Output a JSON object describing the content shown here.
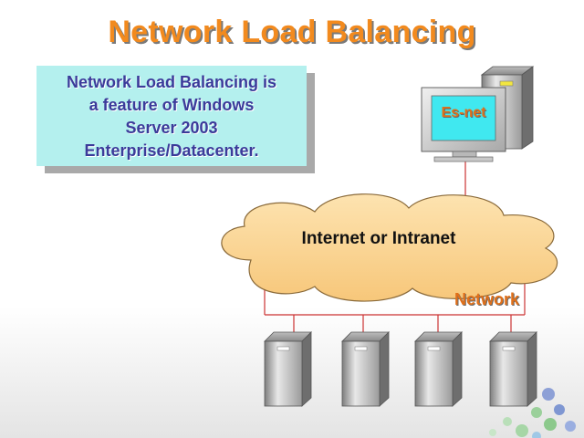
{
  "slide": {
    "title": "Network Load Balancing",
    "info_lines": [
      "Network Load Balancing is",
      "a feature of Windows",
      "Server 2003",
      "Enterprise/Datacenter."
    ]
  },
  "diagram": {
    "client_label": "Es-net",
    "cloud_label": "Internet or Intranet",
    "network_label": "Network",
    "server_count": 4
  },
  "colors": {
    "title": "#f28a1e",
    "info_box_bg": "#b4f0ee",
    "info_text": "#3b3b9a",
    "cloud_fill": "#fcd89a",
    "monitor_screen": "#40e8f0",
    "link_line": "#cc3333"
  }
}
